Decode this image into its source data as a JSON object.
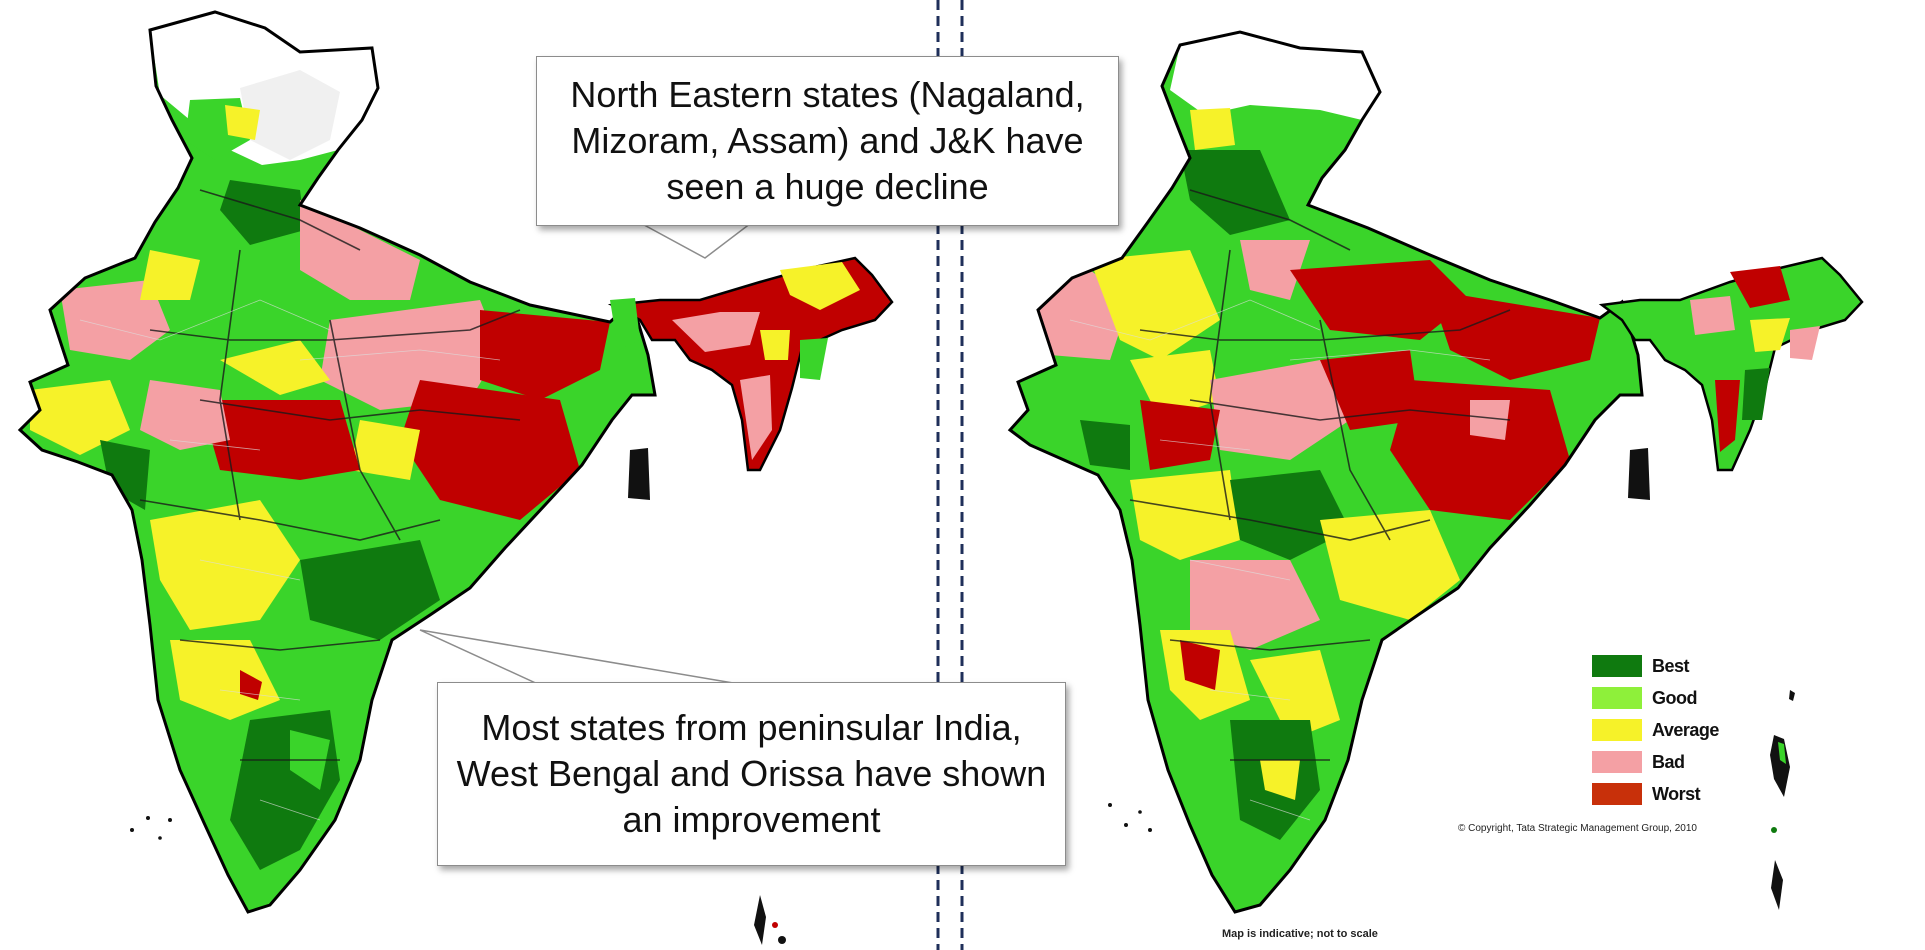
{
  "callouts": {
    "top": "North Eastern states (Nagaland, Mizoram, Assam) and J&K have seen a huge decline",
    "bottom": "Most states from peninsular India, West Bengal and Orissa have shown an improvement"
  },
  "legend": [
    {
      "label": "Best",
      "color": "#0f7a0f"
    },
    {
      "label": "Good",
      "color": "#8ef03a"
    },
    {
      "label": "Average",
      "color": "#f6f229"
    },
    {
      "label": "Bad",
      "color": "#f4a0a4"
    },
    {
      "label": "Worst",
      "color": "#c8300a"
    }
  ],
  "palette": {
    "best": "#0f7a0f",
    "good": "#3ad42a",
    "average": "#f6f229",
    "bad": "#f4a0a4",
    "worst": "#c00000",
    "divider": "#1f2f5a"
  },
  "copyright": "© Copyright, Tata Strategic Management Group, 2010",
  "scale_note": "Map is indicative; not to scale"
}
